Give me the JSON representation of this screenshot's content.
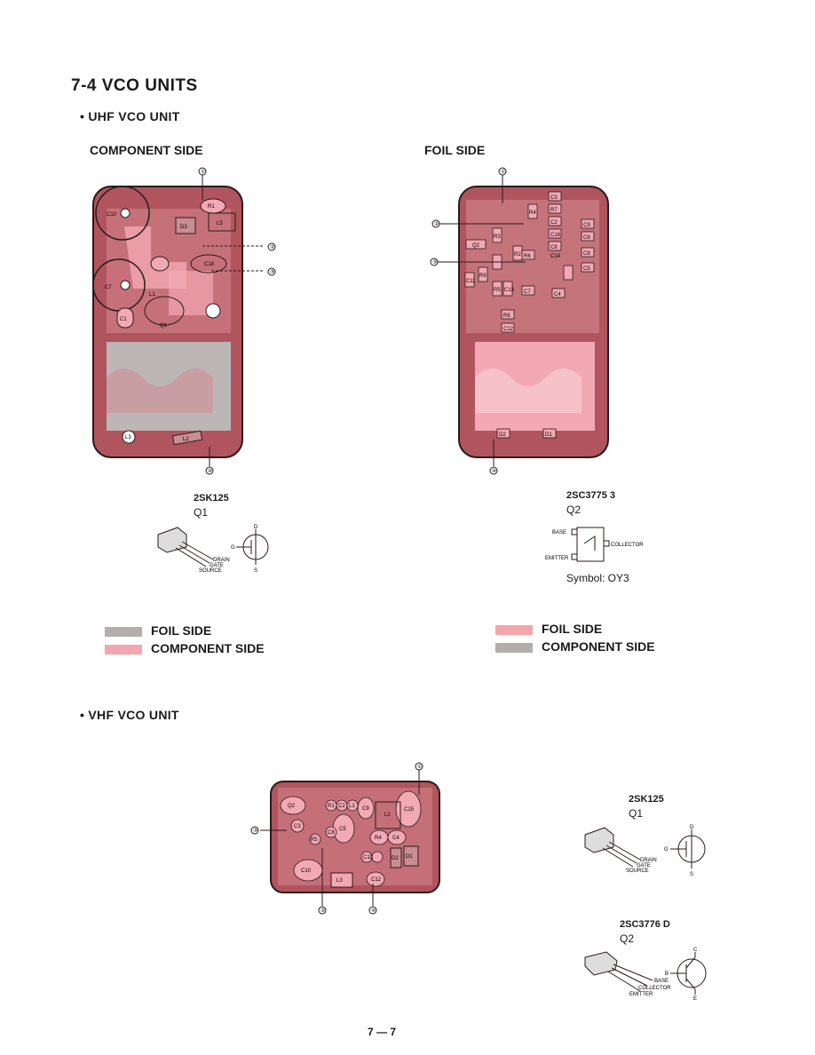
{
  "section_title": "7-4 VCO UNITS",
  "uhf": {
    "heading": "• UHF VCO UNIT",
    "component_side_label": "COMPONENT SIDE",
    "foil_side_label": "FOIL SIDE",
    "points": {
      "p1": "①",
      "p2": "②",
      "p3": "③",
      "p4": "④"
    },
    "comp_parts": [
      "C10",
      "D3",
      "R1",
      "L5",
      "C18",
      "C7",
      "L1",
      "Q1",
      "C1",
      "L2",
      "L3"
    ],
    "foil_parts": [
      "C3",
      "R7",
      "C2",
      "R4",
      "C9",
      "C6",
      "C16",
      "C8",
      "Q2",
      "R3",
      "C14",
      "R6",
      "C8",
      "C5",
      "R2",
      "C11",
      "R9",
      "C7",
      "R5",
      "C13",
      "C4",
      "R6",
      "C12",
      "D2",
      "D1"
    ],
    "q1": {
      "part": "2SK125",
      "ref": "Q1",
      "pins": {
        "drain": "DRAIN",
        "gate": "GATE",
        "source": "SOURCE"
      },
      "sym": {
        "d": "D",
        "g": "G",
        "s": "S"
      }
    },
    "q2": {
      "part": "2SC3775 3",
      "ref": "Q2",
      "pins": {
        "base": "BASE",
        "emitter": "EMITTER",
        "collector": "COLLECTOR"
      },
      "symbol": "Symbol: OY3"
    },
    "legend_left": [
      {
        "label": "FOIL SIDE",
        "color": "#b3aeae"
      },
      {
        "label": "COMPONENT SIDE",
        "color": "#f4a6ae"
      }
    ],
    "legend_right": [
      {
        "label": "FOIL SIDE",
        "color": "#f4a6ae"
      },
      {
        "label": "COMPONENT SIDE",
        "color": "#b3aeae"
      }
    ]
  },
  "vhf": {
    "heading": "• VHF VCO UNIT",
    "parts": [
      "Q2",
      "C3",
      "R1",
      "C2",
      "L1",
      "C9",
      "L2",
      "C15",
      "C5",
      "R5",
      "C10",
      "C8",
      "R4",
      "C4",
      "L3",
      "C11",
      "D2",
      "C12",
      "D1"
    ],
    "q1": {
      "part": "2SK125",
      "ref": "Q1",
      "pins": {
        "drain": "DRAIN",
        "gate": "GATE",
        "source": "SOURCE"
      },
      "sym": {
        "d": "D",
        "g": "G",
        "s": "S"
      }
    },
    "q2": {
      "part": "2SC3776 D",
      "ref": "Q2",
      "pins": {
        "base": "BASE",
        "collector": "COLLECTOR",
        "emitter": "EMITTER"
      },
      "sym": {
        "b": "B",
        "c": "C",
        "e": "E"
      }
    }
  },
  "page_number": "7 — 7",
  "colors": {
    "board": "#b0555e",
    "board_dark": "#8a3a44",
    "pink": "#f2a9b3",
    "grey": "#b8b4b4",
    "outline": "#2a1a1a"
  }
}
